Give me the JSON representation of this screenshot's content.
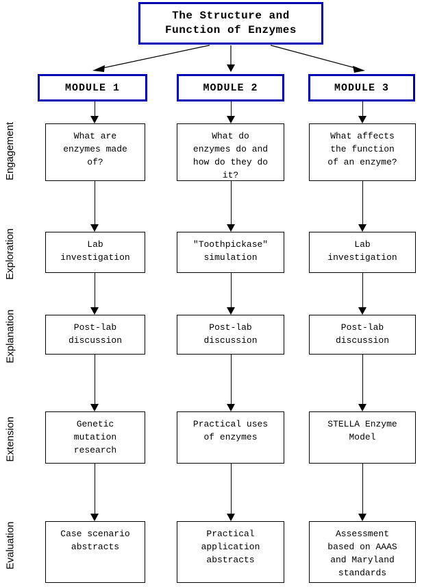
{
  "title": {
    "line1": "The Structure and",
    "line2": "Function of Enzymes",
    "border_color": "#0000b3"
  },
  "modules": [
    {
      "label": "MODULE 1"
    },
    {
      "label": "MODULE 2"
    },
    {
      "label": "MODULE 3"
    }
  ],
  "row_labels": [
    {
      "label": "Engagement"
    },
    {
      "label": "Exploration"
    },
    {
      "label": "Explanation"
    },
    {
      "label": "Extension"
    },
    {
      "label": "Evaluation"
    }
  ],
  "cells": {
    "engagement": [
      {
        "lines": [
          "What are",
          "enzymes made",
          "of?"
        ]
      },
      {
        "lines": [
          "What do",
          "enzymes do and",
          "how do they do",
          "it?"
        ]
      },
      {
        "lines": [
          "What affects",
          "the function",
          "of an enzyme?"
        ]
      }
    ],
    "exploration": [
      {
        "lines": [
          "Lab",
          "investigation"
        ]
      },
      {
        "lines": [
          "\"Toothpickase\"",
          "simulation"
        ]
      },
      {
        "lines": [
          "Lab",
          "investigation"
        ]
      }
    ],
    "explanation": [
      {
        "lines": [
          "Post-lab",
          "discussion"
        ]
      },
      {
        "lines": [
          "Post-lab",
          "discussion"
        ]
      },
      {
        "lines": [
          "Post-lab",
          "discussion"
        ]
      }
    ],
    "extension": [
      {
        "lines": [
          "Genetic",
          "mutation",
          "research"
        ]
      },
      {
        "lines": [
          "Practical uses",
          "of enzymes"
        ]
      },
      {
        "lines": [
          "STELLA Enzyme",
          "Model"
        ]
      }
    ],
    "evaluation": [
      {
        "lines": [
          "Case scenario",
          "abstracts"
        ]
      },
      {
        "lines": [
          "Practical",
          "application",
          "abstracts"
        ]
      },
      {
        "lines": [
          "Assessment",
          "based on AAAS",
          "and Maryland",
          "standards"
        ]
      }
    ]
  },
  "colors": {
    "box_border": "#000000",
    "accent_border": "#0000b3",
    "background": "#ffffff",
    "text": "#000000"
  }
}
